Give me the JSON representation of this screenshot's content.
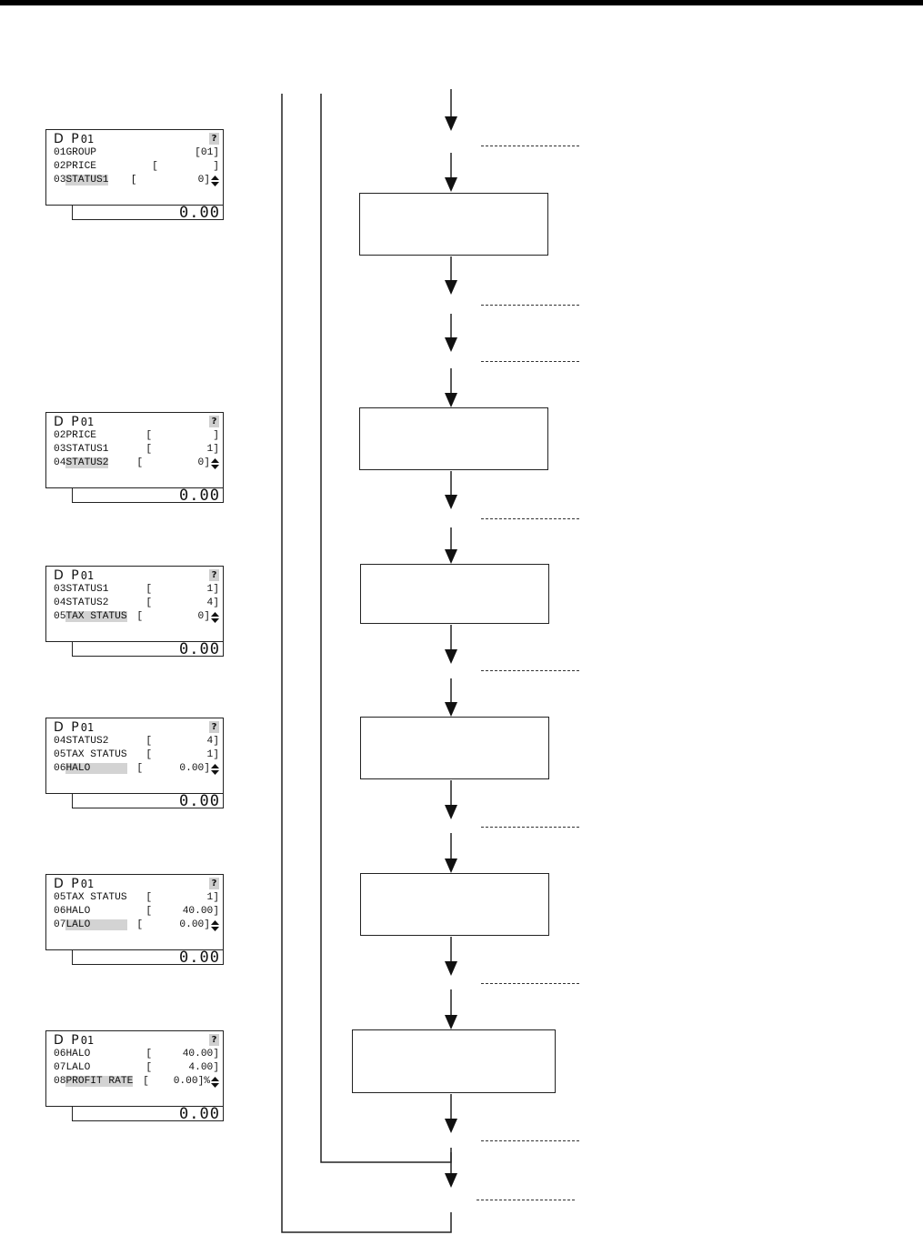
{
  "displays": [
    {
      "title": "D P",
      "num": "01",
      "rows": [
        {
          "no": "01",
          "label": "GROUP",
          "value": "[01]",
          "hl": false
        },
        {
          "no": "02",
          "label": "PRICE",
          "value": "[         ]",
          "hl": false
        },
        {
          "no": "03",
          "label": "STATUS1",
          "value": "[          0]",
          "hl": true
        }
      ],
      "total": "0.00"
    },
    {
      "title": "D P",
      "num": "01",
      "rows": [
        {
          "no": "02",
          "label": "PRICE",
          "value": "[          ]",
          "hl": false
        },
        {
          "no": "03",
          "label": "STATUS1",
          "value": "[         1]",
          "hl": false
        },
        {
          "no": "04",
          "label": "STATUS2",
          "value": "[         0]",
          "hl": true
        }
      ],
      "total": "0.00"
    },
    {
      "title": "D P",
      "num": "01",
      "rows": [
        {
          "no": "03",
          "label": "STATUS1",
          "value": "[         1]",
          "hl": false
        },
        {
          "no": "04",
          "label": "STATUS2",
          "value": "[         4]",
          "hl": false
        },
        {
          "no": "05",
          "label": "TAX STATUS",
          "value": "[         0]",
          "hl": true
        }
      ],
      "total": "0.00"
    },
    {
      "title": "D P",
      "num": "01",
      "rows": [
        {
          "no": "04",
          "label": "STATUS2",
          "value": "[         4]",
          "hl": false
        },
        {
          "no": "05",
          "label": "TAX STATUS",
          "value": "[         1]",
          "hl": false
        },
        {
          "no": "06",
          "label": "HALO      ",
          "value": "[      0.00]",
          "hl": true
        }
      ],
      "total": "0.00"
    },
    {
      "title": "D P",
      "num": "01",
      "rows": [
        {
          "no": "05",
          "label": "TAX STATUS",
          "value": "[         1]",
          "hl": false
        },
        {
          "no": "06",
          "label": "HALO",
          "value": "[     40.00]",
          "hl": false
        },
        {
          "no": "07",
          "label": "LALO      ",
          "value": "[      0.00]",
          "hl": true
        }
      ],
      "total": "0.00"
    },
    {
      "title": "D P",
      "num": "01",
      "rows": [
        {
          "no": "06",
          "label": "HALO",
          "value": "[     40.00]",
          "hl": false
        },
        {
          "no": "07",
          "label": "LALO",
          "value": "[      4.00]",
          "hl": false
        },
        {
          "no": "08",
          "label": "PROFIT RATE",
          "value": "[    0.00]%",
          "hl": true
        }
      ],
      "total": "0.00"
    }
  ],
  "icons": {
    "help": "question-icon",
    "scroll": "up-down-arrows-icon"
  },
  "help_glyph": "?",
  "colors": {
    "line": "#222222",
    "highlight": "#d3d3d3"
  }
}
